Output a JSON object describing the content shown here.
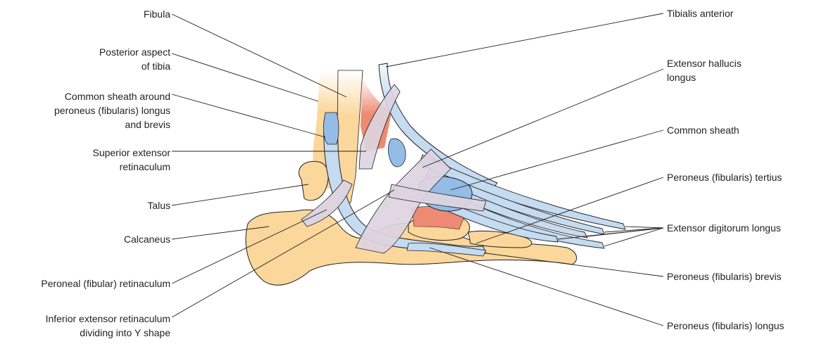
{
  "labels_left": {
    "fibula": [
      "Fibula"
    ],
    "posterior_tibia": [
      "Posterior aspect",
      "of tibia"
    ],
    "common_sheath_peroneus": [
      "Common sheath around",
      "peroneus (fibularis) longus",
      "and brevis"
    ],
    "superior_extensor_retinaculum": [
      "Superior extensor",
      "retinaculum"
    ],
    "talus": [
      "Talus"
    ],
    "calcaneus": [
      "Calcaneus"
    ],
    "peroneal_retinaculum": [
      "Peroneal (fibular) retinaculum"
    ],
    "inferior_extensor_retinaculum": [
      "Inferior extensor retinaculum",
      "dividing into Y shape"
    ]
  },
  "labels_right": {
    "tibialis_anterior": [
      "Tibialis anterior"
    ],
    "extensor_hallucis_longus": [
      "Extensor hallucis",
      "longus"
    ],
    "common_sheath": [
      "Common sheath"
    ],
    "peroneus_tertius": [
      "Peroneus (fibularis) tertius"
    ],
    "extensor_digitorum_longus": [
      "Extensor digitorum longus"
    ],
    "peroneus_brevis": [
      "Peroneus (fibularis) brevis"
    ],
    "peroneus_longus": [
      "Peroneus (fibularis) longus"
    ]
  },
  "colors": {
    "bone": "#fbd79c",
    "tendon": "#c4dbf0",
    "sheath": "#93bde6",
    "retinaculum": "#ddd4e1",
    "muscle_red": "#ee8a73",
    "outline": "#231f20"
  }
}
